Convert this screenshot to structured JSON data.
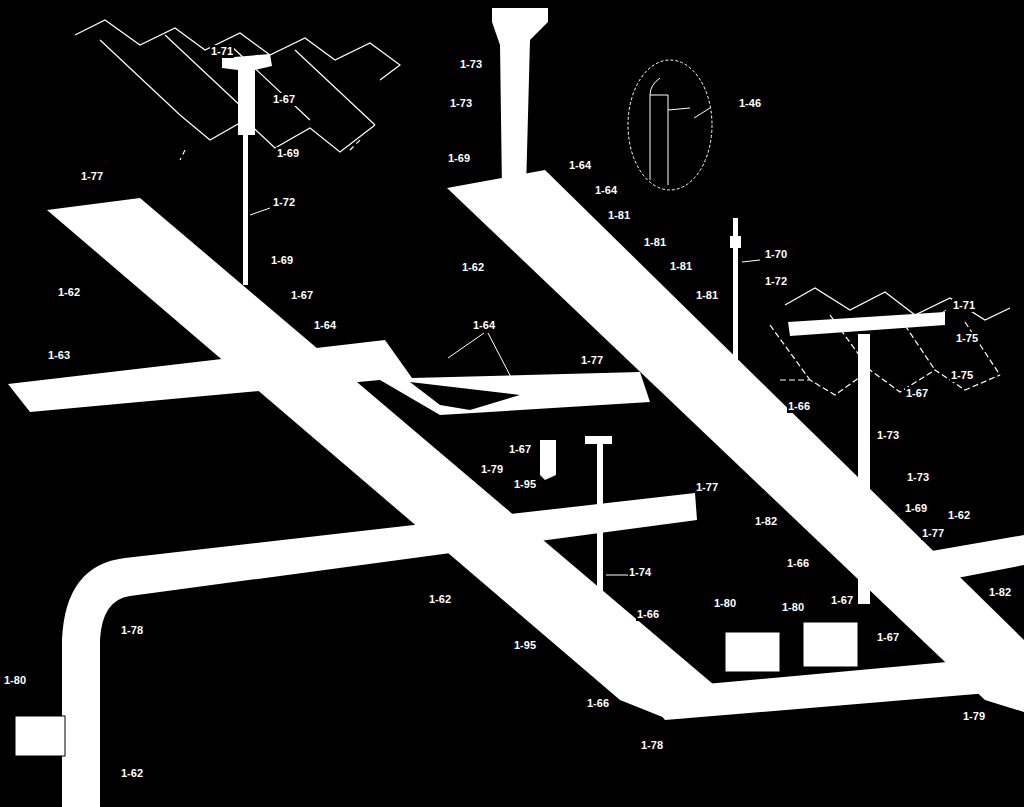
{
  "diagram": {
    "labels": [
      "1-71",
      "1-67",
      "1-69",
      "1-73",
      "1-73",
      "1-46",
      "1-69",
      "1-64",
      "1-64",
      "1-77",
      "1-72",
      "1-81",
      "1-81",
      "1-70",
      "1-81",
      "1-62",
      "1-69",
      "1-72",
      "1-62",
      "1-67",
      "1-81",
      "1-71",
      "1-64",
      "1-64",
      "1-75",
      "1-63",
      "1-77",
      "1-75",
      "1-67",
      "1-66",
      "1-73",
      "1-67",
      "1-79",
      "1-73",
      "1-95",
      "1-77",
      "1-69",
      "1-62",
      "1-82",
      "1-77",
      "1-66",
      "1-74",
      "1-82",
      "1-62",
      "1-67",
      "1-80",
      "1-80",
      "1-66",
      "1-78",
      "1-67",
      "1-95",
      "1-80",
      "1-66",
      "1-79",
      "1-78",
      "1-62"
    ]
  }
}
